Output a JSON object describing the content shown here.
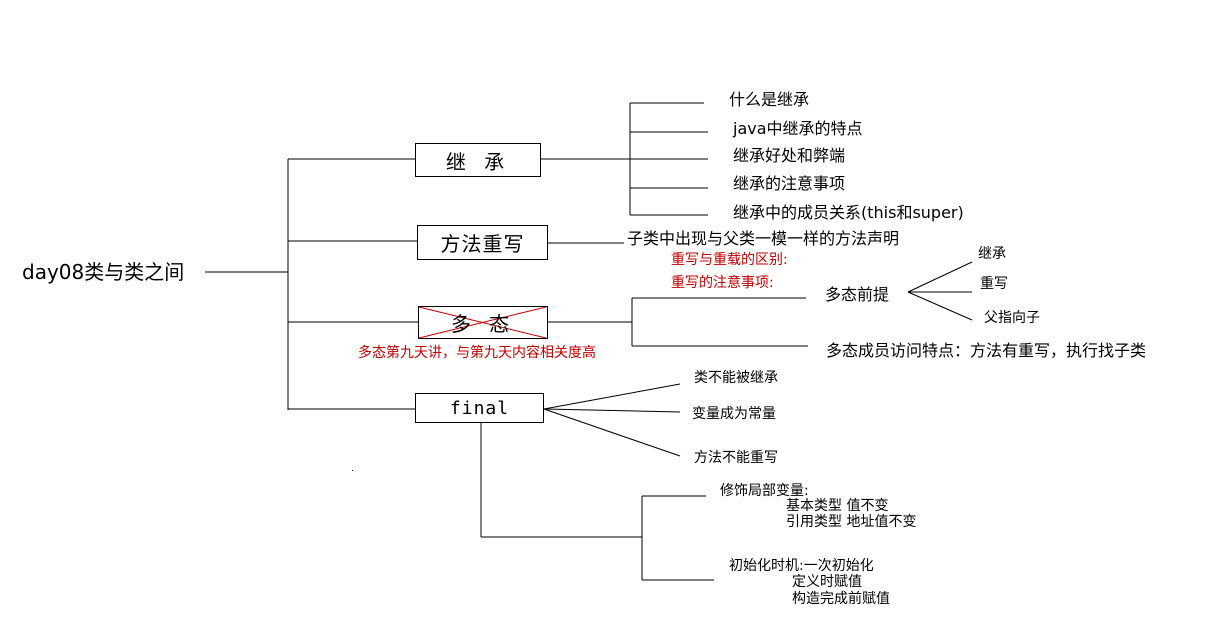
{
  "root": {
    "label": "day08类与类之间"
  },
  "branches": {
    "inherit": {
      "label": "继 承",
      "items": [
        "什么是继承",
        "java中继承的特点",
        "继承好处和弊端",
        "继承的注意事项",
        "继承中的成员关系(this和super)"
      ]
    },
    "override": {
      "label": "方法重写",
      "description": "子类中出现与父类一模一样的方法声明",
      "notes": [
        "重写与重载的区别:",
        "重写的注意事项:"
      ]
    },
    "polymorphism": {
      "label": "多 态",
      "note": "多态第九天讲，与第九天内容相关度高",
      "premise": {
        "label": "多态前提",
        "items": [
          "继承",
          "重写",
          "父指向子"
        ]
      },
      "member_access": "多态成员访问特点：方法有重写，执行找子类"
    },
    "final": {
      "label": "final",
      "items": [
        "类不能被继承",
        "变量成为常量",
        "方法不能重写"
      ],
      "local_var": {
        "title": "修饰局部变量:",
        "lines": [
          "基本类型  值不变",
          "引用类型  地址值不变"
        ]
      },
      "init_timing": {
        "title": "初始化时机:一次初始化",
        "lines": [
          "定义时赋值",
          "构造完成前赋值"
        ]
      }
    }
  },
  "colors": {
    "line": "#000000",
    "note": "#c00000",
    "cross": "#c00000"
  }
}
